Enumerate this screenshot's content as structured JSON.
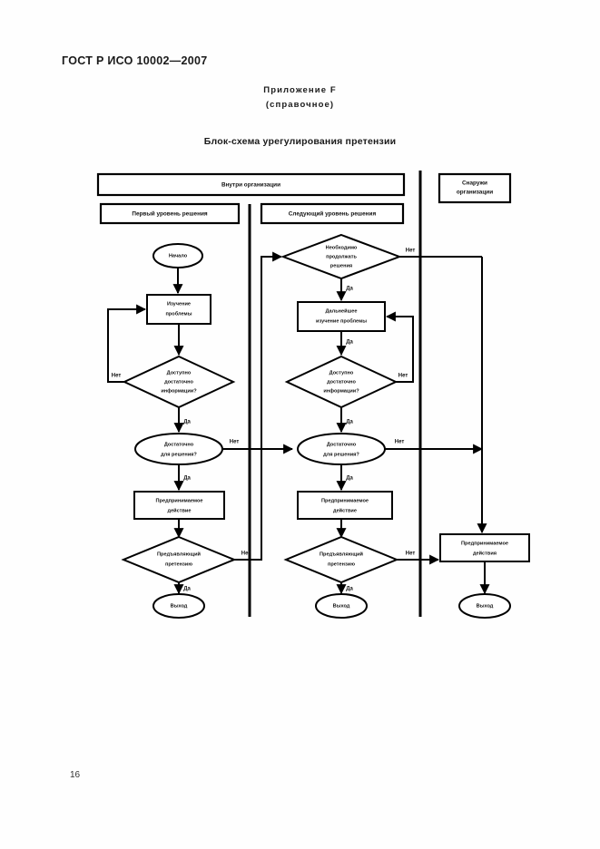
{
  "document": {
    "standard_header": "ГОСТ Р ИСО 10002—2007",
    "annex_label": "Приложение F",
    "annex_kind": "(справочное)",
    "figure_title": "Блок-схема урегулирования претензии",
    "page_number": "16"
  },
  "diagram": {
    "lane_headers": [
      {
        "id": "inside",
        "label": "Внутри организации"
      },
      {
        "id": "first-level",
        "label": "Первый уровень решения"
      },
      {
        "id": "next-level",
        "label": "Следующий уровень решения"
      },
      {
        "id": "outside",
        "label": "Снаружи организации"
      }
    ],
    "columns": {
      "first_level": {
        "start": "Начало",
        "study": "Изучение\nпроблемы",
        "info_available": "Доступно\nдостаточно\nинформации?",
        "enough_for_decision": "Достаточно\nдля решения?",
        "action": "Предпринимаемое\nдействие",
        "claimant": "Предъявляющий\nпретензию",
        "exit": "Выход"
      },
      "next_level": {
        "continue_decision": "Необходимо\nпродолжать\nрешения",
        "further_study": "Дальнейшее\nизучение проблемы",
        "info_available": "Доступно\nдостаточно\nинформации?",
        "enough_for_decision": "Достаточно\nдля решения?",
        "action": "Предпринимаемое\nдействие",
        "claimant": "Предъявляющий\nпретензию",
        "exit": "Выход"
      },
      "outside": {
        "action": "Предпринимаемое\nдействия",
        "exit": "Выход"
      }
    },
    "edge_labels": {
      "yes": "Да",
      "no": "Нет"
    },
    "colors": {
      "stroke": "#000000",
      "fill": "#ffffff",
      "text": "#111111"
    }
  }
}
